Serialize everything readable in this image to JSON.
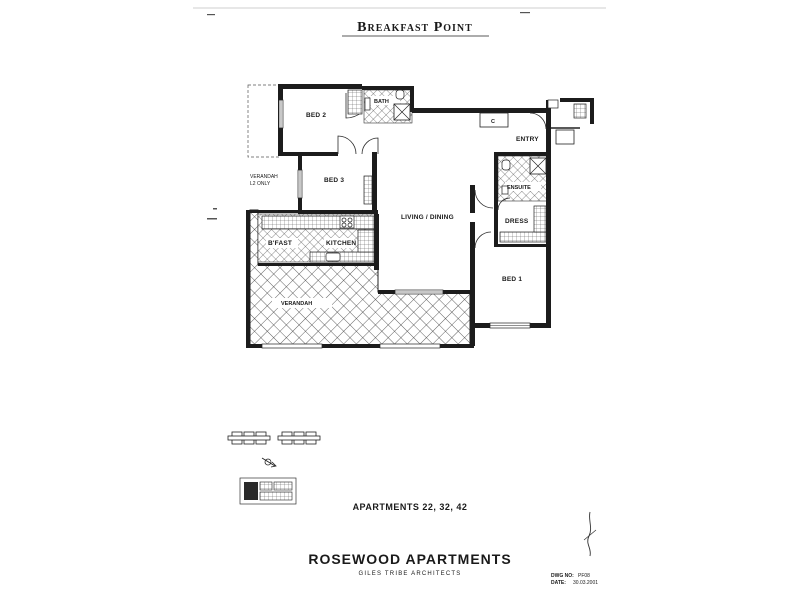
{
  "header": {
    "title": "Breakfast Point"
  },
  "rooms": {
    "bath": "BATH",
    "bed2": "BED 2",
    "bed3": "BED 3",
    "bed1": "BED 1",
    "cupboard": "C",
    "entry": "ENTRY",
    "ensuite": "ENSUITE",
    "dress": "DRESS",
    "living": "LIVING / DINING",
    "bfast": "B'FAST",
    "kitchen": "KITCHEN",
    "verandah": "VERANDAH",
    "verandah_l2_line1": "VERANDAH",
    "verandah_l2_line2": "L2 ONLY"
  },
  "apartments_label": "APARTMENTS 22, 32, 42",
  "footer": {
    "project": "ROSEWOOD APARTMENTS",
    "architect": "GILES TRIBE ARCHITECTS",
    "dwg_label": "DWG NO:",
    "dwg_value": "PF08",
    "date_label": "DATE:",
    "date_value": "30.03.2001"
  }
}
